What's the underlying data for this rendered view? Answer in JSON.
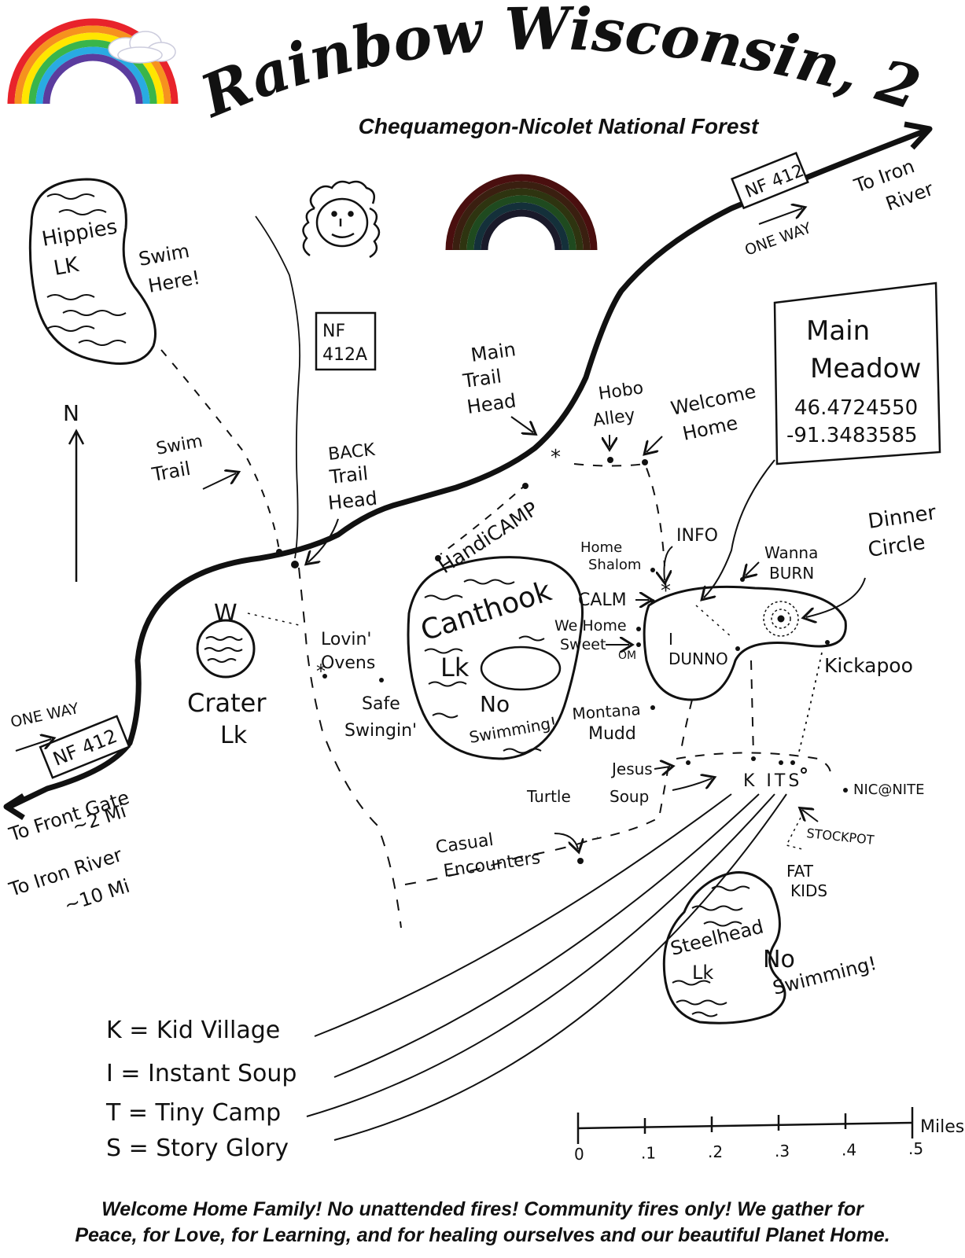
{
  "title": "Rainbow Wisconsin, 2019",
  "subtitle": "Chequamegon-Nicolet National Forest",
  "north": "N",
  "lakes": {
    "hippies": [
      "Hippies",
      "LK"
    ],
    "canthook": [
      "Canthook",
      "Lk"
    ],
    "crater": [
      "Crater",
      "Lk"
    ],
    "steelhead": [
      "Steelhead",
      "Lk"
    ]
  },
  "roads": {
    "nf412_top": "NF 412",
    "nf412_bottom": "NF 412",
    "nf412a": [
      "NF",
      "412A"
    ],
    "one_way_top": "ONE WAY",
    "one_way_bottom": "ONE WAY",
    "to_iron_river_top": [
      "To Iron",
      "River"
    ],
    "to_front_gate": [
      "To Front Gate",
      "~2 Mi"
    ],
    "to_iron_river_bottom": [
      "To Iron River",
      "~10 Mi"
    ]
  },
  "main_meadow": {
    "name": [
      "Main",
      "Meadow"
    ],
    "lat": "46.4724550",
    "lon": "-91.3483585"
  },
  "places": {
    "swim_here": [
      "Swim",
      "Here!"
    ],
    "swim_trail": [
      "Swim",
      "Trail"
    ],
    "back_trail_head": [
      "BACK",
      "Trail",
      "Head"
    ],
    "main_trail_head": [
      "Main",
      "Trail",
      "Head"
    ],
    "hobo_alley": [
      "Hobo",
      "Alley"
    ],
    "welcome_home": [
      "Welcome",
      "Home"
    ],
    "handicamp": "HandiCAMP",
    "info": "INFO",
    "home_shalom": [
      "Home",
      "Shalom"
    ],
    "calm": "CALM",
    "we_home_sweet_om": [
      "We Home",
      "Sweet",
      "OM"
    ],
    "wanna_burn": [
      "Wanna",
      "BURN"
    ],
    "dinner_circle": [
      "Dinner",
      "Circle"
    ],
    "i_dunno": [
      "I",
      "DUNNO"
    ],
    "kickapoo": "Kickapoo",
    "w": "W",
    "lovin_ovens": [
      "Lovin'",
      "Ovens"
    ],
    "safe_swingin": [
      "Safe",
      "Swingin'"
    ],
    "no_swimming_canthook": [
      "No",
      "Swimming!"
    ],
    "montana_mudd": [
      "Montana",
      "Mudd"
    ],
    "jesus": "Jesus",
    "turtle_soup": [
      "Turtle",
      "Soup"
    ],
    "kits": "K ITS",
    "nic_nite": "NIC@NITE",
    "stockpot": "STOCKPOT",
    "fat_kids": [
      "FAT",
      "KIDS"
    ],
    "casual_encounters": [
      "Casual",
      "Encounters"
    ],
    "no_swimming_steelhead": [
      "No",
      "Swimming!"
    ]
  },
  "legend": [
    "K = Kid Village",
    "I = Instant Soup",
    "T = Tiny Camp",
    "S = Story Glory"
  ],
  "scale": {
    "ticks": [
      "0",
      ".1",
      ".2",
      ".3",
      ".4",
      ".5"
    ],
    "unit": "Miles"
  },
  "footer": [
    "Welcome Home Family!  No unattended fires!  Community fires only!  We gather for",
    "Peace, for Love, for Learning, and for healing ourselves and our beautiful Planet Home."
  ],
  "colors": {
    "rainbow": [
      "#e8232b",
      "#f6921e",
      "#ffe600",
      "#39b54a",
      "#29abe2",
      "#5b3c9e"
    ],
    "dark_rainbow": [
      "#4a0f0f",
      "#3a1f10",
      "#2e3410",
      "#1f4a1f",
      "#14303a",
      "#1a1a2a"
    ]
  }
}
